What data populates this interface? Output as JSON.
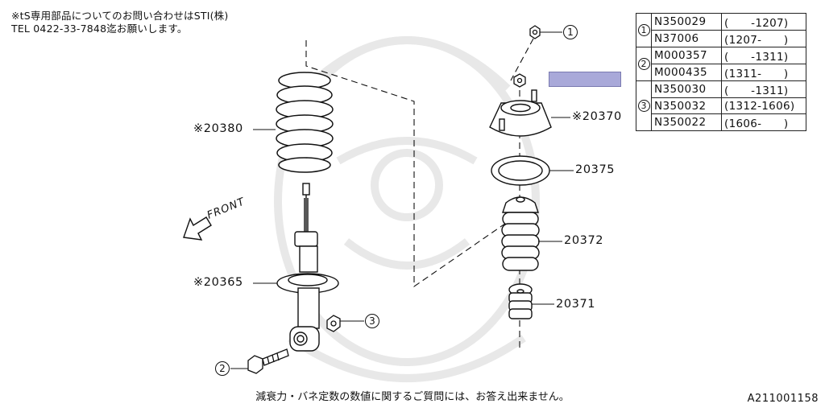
{
  "header_note": {
    "line1": "※tS専用部品についてのお問い合わせはSTI(株)",
    "line2": "TEL 0422-33-7848迄お願いします。"
  },
  "footer_note": "減衰力・バネ定数の数値に関するご質問には、お答え出来ません。",
  "diagram_id": "A211001158",
  "front_label": "FRONT",
  "callouts": {
    "c1": "1",
    "c2": "2",
    "c3": "3"
  },
  "parts": {
    "spring": "※20380",
    "strut": "※20365",
    "mount": "※20370",
    "seat": "20375",
    "boot": "20372",
    "bump_stop": "20371"
  },
  "ref_table": {
    "groups": [
      {
        "key": "1",
        "rows": [
          {
            "part": "N350029",
            "range": "(　　-1207)"
          },
          {
            "part": "N37006",
            "range": "(1207-　　)"
          }
        ]
      },
      {
        "key": "2",
        "rows": [
          {
            "part": "M000357",
            "range": "(　　-1311)"
          },
          {
            "part": "M000435",
            "range": "(1311-　　)"
          }
        ]
      },
      {
        "key": "3",
        "rows": [
          {
            "part": "N350030",
            "range": "(　　-1311)"
          },
          {
            "part": "N350032",
            "range": "(1312-1606)"
          },
          {
            "part": "N350022",
            "range": "(1606-　　)"
          }
        ]
      }
    ]
  },
  "colors": {
    "highlight": "#a9a9d9",
    "line": "#111111",
    "watermark": "#e6e6e6"
  }
}
